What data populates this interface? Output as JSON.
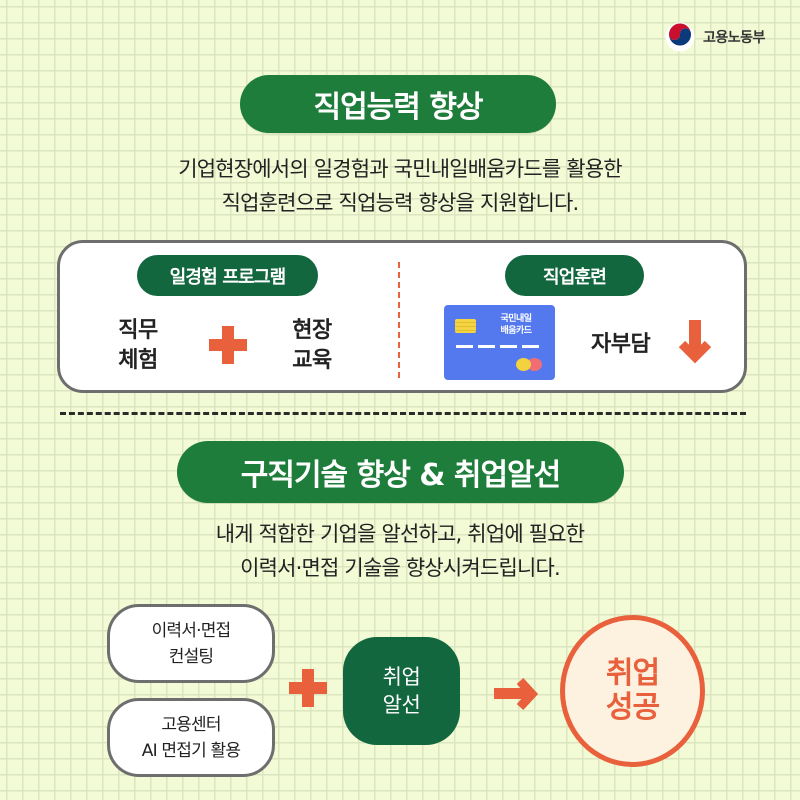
{
  "header": {
    "logo_icon": "taegeuk-logo-icon",
    "ministry_name": "고용노동부"
  },
  "section1": {
    "title": "직업능력 향상",
    "description": {
      "line1": "기업현장에서의 일경험과 국민내일배움카드를 활용한",
      "line2": "직업훈련으로 직업능력 향상을 지원합니다."
    },
    "left": {
      "tag": "일경험 프로그램",
      "item_a": {
        "line1": "직무",
        "line2": "체험"
      },
      "operator_icon": "plus-icon",
      "item_b": {
        "line1": "현장",
        "line2": "교육"
      }
    },
    "right": {
      "tag": "직업훈련",
      "card": {
        "icon": "credit-card-icon",
        "line1": "국민내일",
        "line2": "배움카드"
      },
      "self_pay_label": "자부담",
      "trend_icon": "arrow-down-icon"
    }
  },
  "section2": {
    "title": "구직기술 향상 & 취업알선",
    "description": {
      "line1": "내게 적합한 기업을 알선하고, 취업에 필요한",
      "line2": "이력서·면접 기술을 향상시켜드립니다."
    },
    "services": [
      {
        "line1": "이력서·면접",
        "line2": "컨설팅"
      },
      {
        "line1": "고용센터",
        "line2": "AI 면접기 활용"
      }
    ],
    "operator_icon": "plus-icon",
    "placement": {
      "line1": "취업",
      "line2": "알선"
    },
    "flow_icon": "arrow-right-icon",
    "result": {
      "line1": "취업",
      "line2": "성공"
    }
  },
  "colors": {
    "background": "#f2fad6",
    "grid_line": "#dbe5c0",
    "title_green": "#1e7d3a",
    "dark_green": "#13673f",
    "accent_orange": "#e8603c",
    "card_blue": "#5479ef",
    "border_gray": "#6e6e6e",
    "success_fill": "#fdf1e0"
  }
}
